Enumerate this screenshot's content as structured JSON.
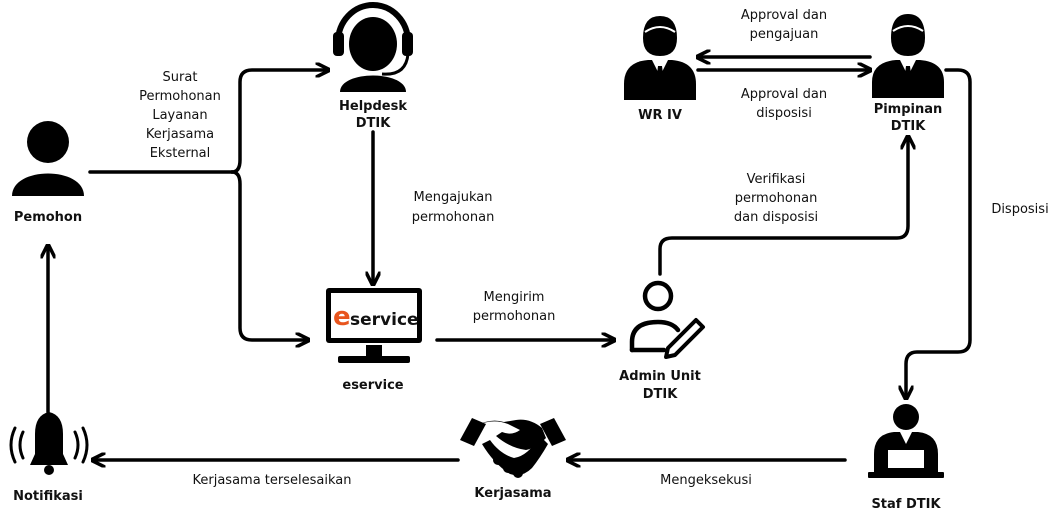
{
  "nodes": {
    "pemohon": "Pemohon",
    "helpdesk": [
      "Helpdesk",
      "DTIK"
    ],
    "eservice_screen": "service",
    "eservice_logo_e": "e",
    "eservice": "eservice",
    "admin_unit": [
      "Admin Unit",
      "DTIK"
    ],
    "wr_iv": "WR IV",
    "pimpinan": [
      "Pimpinan",
      "DTIK"
    ],
    "staf": "Staf DTIK",
    "kerjasama": "Kerjasama",
    "notifikasi": "Notifikasi"
  },
  "edges": {
    "surat": [
      "Surat",
      "Permohonan",
      "Layanan",
      "Kerjasama",
      "Eksternal"
    ],
    "mengajukan": [
      "Mengajukan",
      "permohonan"
    ],
    "mengirim": [
      "Mengirim",
      "permohonan"
    ],
    "verifikasi": [
      "Verifikasi",
      "permohonan",
      "dan disposisi"
    ],
    "approval_pengajuan": [
      "Approval dan",
      "pengajuan"
    ],
    "approval_disposisi": [
      "Approval dan",
      "disposisi"
    ],
    "disposisi": "Disposisi",
    "mengeksekusi": "Mengeksekusi",
    "terselesaikan": "Kerjasama terselesaikan"
  },
  "colors": {
    "line": "#000000",
    "logo_orange": "#e8551e",
    "logo_red": "#c81e1e"
  }
}
